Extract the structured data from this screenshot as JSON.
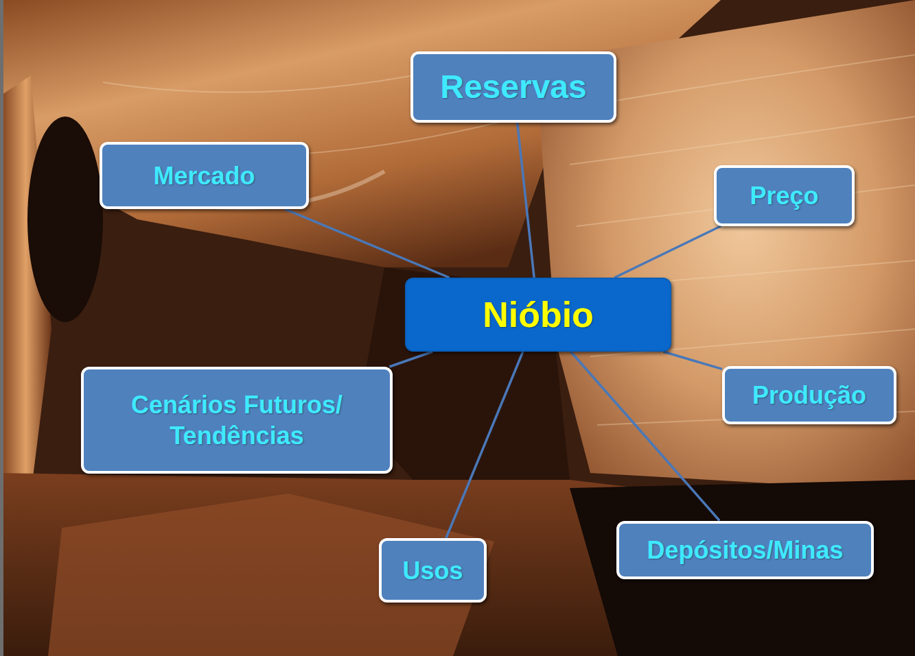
{
  "diagram": {
    "nodes": [
      {
        "text": [
          "Reservas"
        ]
      },
      {
        "text": [
          "Mercado"
        ]
      },
      {
        "text": [
          "Preço"
        ]
      },
      {
        "text": [
          "Nióbio"
        ]
      },
      {
        "text": [
          "Produção"
        ]
      },
      {
        "text": [
          "Cenários Futuros/ Tendências"
        ]
      },
      {
        "text": [
          "Depósitos/Minas"
        ]
      },
      {
        "text": [
          "Usos"
        ]
      }
    ],
    "edges": [
      {
        "from": 3,
        "to": 0,
        "arrow": "none"
      },
      {
        "from": 3,
        "to": 1,
        "arrow": "none"
      },
      {
        "from": 3,
        "to": 2,
        "arrow": "none"
      },
      {
        "from": 3,
        "to": 4,
        "arrow": "none"
      },
      {
        "from": 3,
        "to": 5,
        "arrow": "none"
      },
      {
        "from": 3,
        "to": 6,
        "arrow": "none"
      },
      {
        "from": 3,
        "to": 7,
        "arrow": "none"
      }
    ]
  }
}
